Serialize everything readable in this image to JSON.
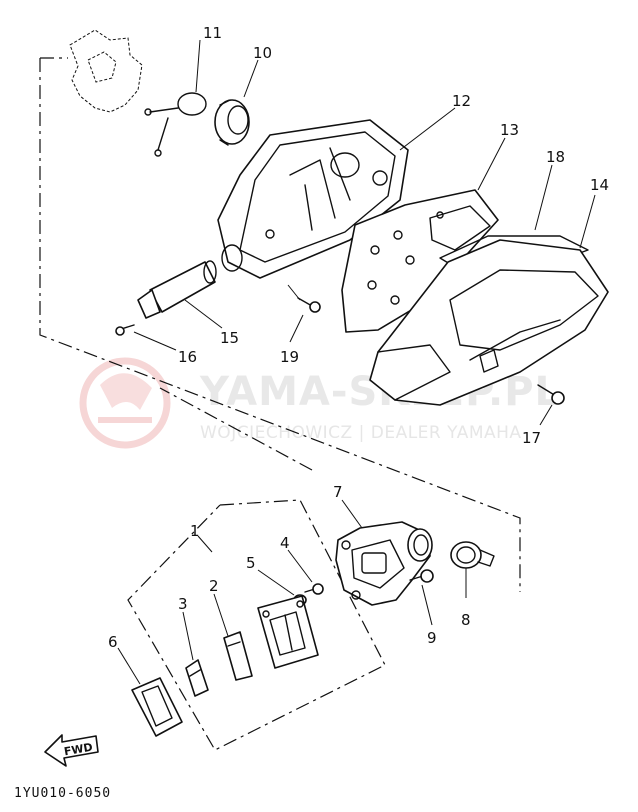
{
  "diagram": {
    "part_numbers": {
      "p1": "1",
      "p2": "2",
      "p3": "3",
      "p4": "4",
      "p5": "5",
      "p6": "6",
      "p7": "7",
      "p8": "8",
      "p9": "9",
      "p10": "10",
      "p11": "11",
      "p12": "12",
      "p13": "13",
      "p14": "14",
      "p15": "15",
      "p16": "16",
      "p17": "17",
      "p18": "18",
      "p19": "19"
    },
    "direction_label": "FWD",
    "diagram_code": "1YU010-6050"
  },
  "watermark": {
    "main": "YAMA-SKLEP.PL",
    "sub": "WOJCIECHOWICZ | DEALER YAMAHA",
    "color": "#e8e8e8"
  }
}
